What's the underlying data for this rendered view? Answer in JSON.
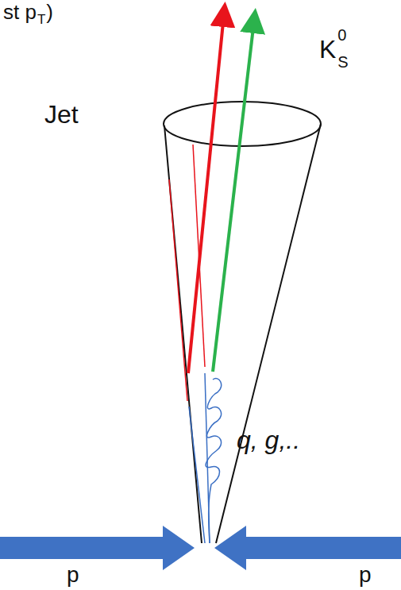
{
  "diagram": {
    "labels": [
      "st p",
      "T",
      ")",
      "K",
      "0",
      "S",
      "Jet",
      "q, g,..",
      "p",
      "p"
    ]
  }
}
